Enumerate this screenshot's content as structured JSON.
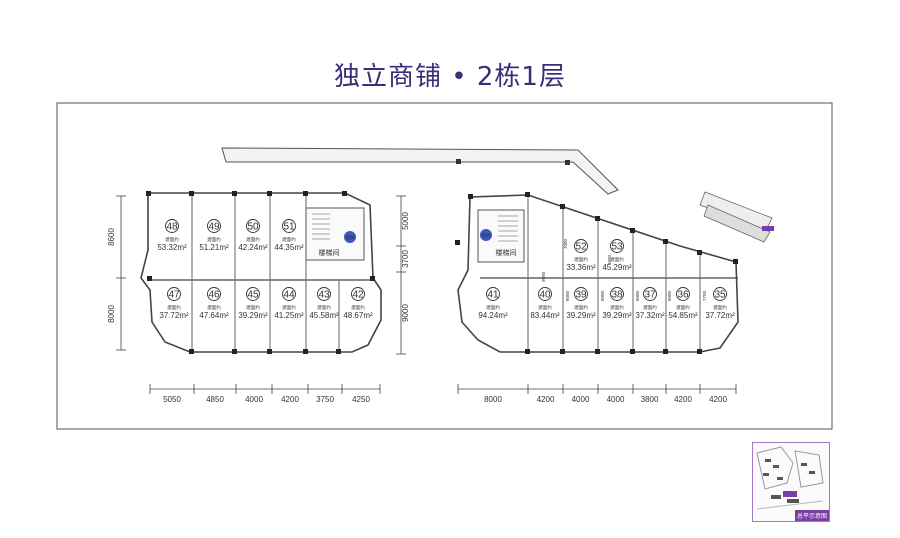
{
  "title": "独立商铺 • 2栋1层",
  "area_label": "建面约",
  "stair_label": "楼梯间",
  "elevator_label": "电梯",
  "left_building": {
    "units_top": [
      {
        "no": "48",
        "area": "53.32m²"
      },
      {
        "no": "49",
        "area": "51.21m²"
      },
      {
        "no": "50",
        "area": "42.24m²"
      },
      {
        "no": "51",
        "area": "44.35m²"
      }
    ],
    "units_bottom": [
      {
        "no": "47",
        "area": "37.72m²"
      },
      {
        "no": "46",
        "area": "47.64m²"
      },
      {
        "no": "45",
        "area": "39.29m²"
      },
      {
        "no": "44",
        "area": "41.25m²"
      },
      {
        "no": "43",
        "area": "45.58m²"
      },
      {
        "no": "42",
        "area": "48.67m²"
      }
    ],
    "dims_bottom": [
      "5050",
      "4850",
      "4000",
      "4200",
      "3750",
      "4250"
    ],
    "dims_left": [
      "8600",
      "8000"
    ],
    "dims_right": [
      "5000",
      "3700",
      "9000"
    ]
  },
  "right_building": {
    "units_top": [
      {
        "no": "52",
        "area": "33.36m²"
      },
      {
        "no": "53",
        "area": "45.29m²"
      }
    ],
    "units_bottom": [
      {
        "no": "41",
        "area": "94.24m²"
      },
      {
        "no": "40",
        "area": "83.44m²"
      },
      {
        "no": "39",
        "area": "39.29m²"
      },
      {
        "no": "38",
        "area": "39.29m²"
      },
      {
        "no": "37",
        "area": "37.32m²"
      },
      {
        "no": "36",
        "area": "54.85m²"
      },
      {
        "no": "35",
        "area": "37.72m²"
      }
    ],
    "dims_bottom": [
      "8000",
      "4200",
      "4000",
      "4000",
      "3800",
      "4200",
      "4200"
    ],
    "inner_dims": [
      "7000",
      "4650",
      "9000",
      "8000",
      "8000",
      "8000",
      "8000",
      "7700"
    ]
  },
  "minimap_label": "总平示意图",
  "colors": {
    "title": "#3d2c78",
    "accent": "#7a3fa6",
    "line": "#444444"
  }
}
